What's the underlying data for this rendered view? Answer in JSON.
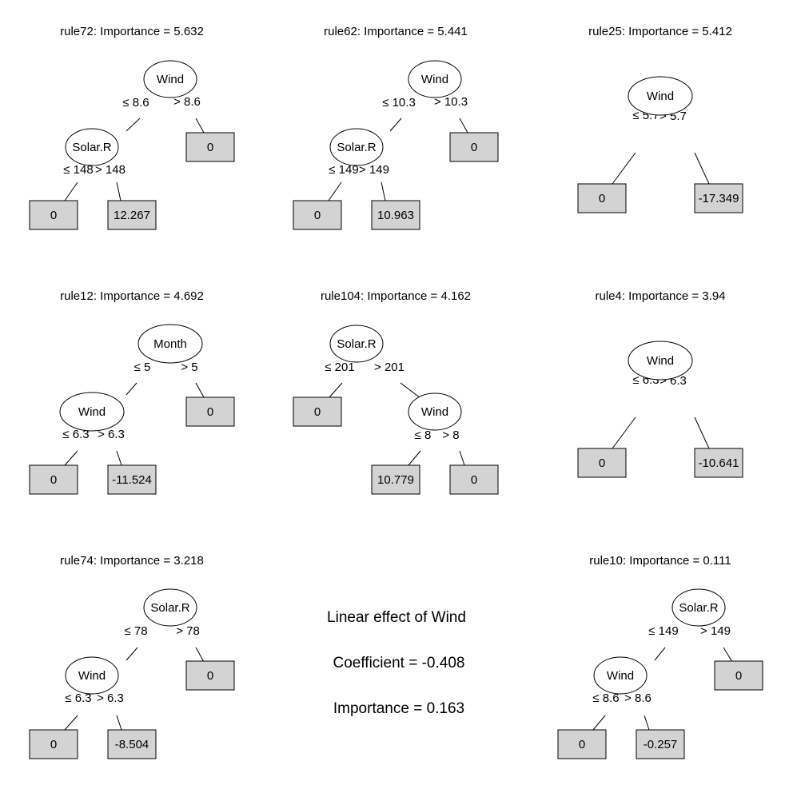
{
  "panels": [
    {
      "title": "rule72: Importance = 5.632",
      "nodes": [
        {
          "id": "n1",
          "label": "Wind"
        },
        {
          "id": "n2",
          "label": "Solar.R"
        }
      ],
      "leaves": [
        {
          "id": "l1",
          "value": "0"
        },
        {
          "id": "l2",
          "value": "0"
        },
        {
          "id": "l3",
          "value": "12.267"
        }
      ],
      "edges": [
        {
          "from": "n1",
          "to": "n2",
          "label": "≤ 8.6"
        },
        {
          "from": "n1",
          "to": "l1",
          "label": "> 8.6"
        },
        {
          "from": "n2",
          "to": "l2",
          "label": "≤ 148"
        },
        {
          "from": "n2",
          "to": "l3",
          "label": "> 148"
        }
      ]
    },
    {
      "title": "rule62: Importance = 5.441",
      "nodes": [
        {
          "id": "n1",
          "label": "Wind"
        },
        {
          "id": "n2",
          "label": "Solar.R"
        }
      ],
      "leaves": [
        {
          "id": "l1",
          "value": "0"
        },
        {
          "id": "l2",
          "value": "0"
        },
        {
          "id": "l3",
          "value": "10.963"
        }
      ],
      "edges": [
        {
          "from": "n1",
          "to": "n2",
          "label": "≤ 10.3"
        },
        {
          "from": "n1",
          "to": "l1",
          "label": "> 10.3"
        },
        {
          "from": "n2",
          "to": "l2",
          "label": "≤ 149"
        },
        {
          "from": "n2",
          "to": "l3",
          "label": "> 149"
        }
      ]
    },
    {
      "title": "rule25: Importance = 5.412",
      "nodes": [
        {
          "id": "n1",
          "label": "Wind"
        }
      ],
      "leaves": [
        {
          "id": "l1",
          "value": "0"
        },
        {
          "id": "l2",
          "value": "-17.349"
        }
      ],
      "edges": [
        {
          "from": "n1",
          "to": "l1",
          "label": "≤ 5.7"
        },
        {
          "from": "n1",
          "to": "l2",
          "label": "> 5.7"
        }
      ]
    },
    {
      "title": "rule12: Importance = 4.692",
      "nodes": [
        {
          "id": "n1",
          "label": "Month"
        },
        {
          "id": "n2",
          "label": "Wind"
        }
      ],
      "leaves": [
        {
          "id": "l1",
          "value": "0"
        },
        {
          "id": "l2",
          "value": "0"
        },
        {
          "id": "l3",
          "value": "-11.524"
        }
      ],
      "edges": [
        {
          "from": "n1",
          "to": "n2",
          "label": "≤ 5"
        },
        {
          "from": "n1",
          "to": "l1",
          "label": "> 5"
        },
        {
          "from": "n2",
          "to": "l2",
          "label": "≤ 6.3"
        },
        {
          "from": "n2",
          "to": "l3",
          "label": "> 6.3"
        }
      ]
    },
    {
      "title": "rule104: Importance = 4.162",
      "nodes": [
        {
          "id": "n1",
          "label": "Solar.R"
        },
        {
          "id": "n2",
          "label": "Wind"
        }
      ],
      "leaves": [
        {
          "id": "l1",
          "value": "0"
        },
        {
          "id": "l2",
          "value": "10.779"
        },
        {
          "id": "l3",
          "value": "0"
        }
      ],
      "edges": [
        {
          "from": "n1",
          "to": "l1",
          "label": "≤ 201"
        },
        {
          "from": "n1",
          "to": "n2",
          "label": "> 201"
        },
        {
          "from": "n2",
          "to": "l2",
          "label": "≤ 8"
        },
        {
          "from": "n2",
          "to": "l3",
          "label": "> 8"
        }
      ]
    },
    {
      "title": "rule4: Importance = 3.94",
      "nodes": [
        {
          "id": "n1",
          "label": "Wind"
        }
      ],
      "leaves": [
        {
          "id": "l1",
          "value": "0"
        },
        {
          "id": "l2",
          "value": "-10.641"
        }
      ],
      "edges": [
        {
          "from": "n1",
          "to": "l1",
          "label": "≤ 6.3"
        },
        {
          "from": "n1",
          "to": "l2",
          "label": "> 6.3"
        }
      ]
    },
    {
      "title": "rule74: Importance = 3.218",
      "nodes": [
        {
          "id": "n1",
          "label": "Solar.R"
        },
        {
          "id": "n2",
          "label": "Wind"
        }
      ],
      "leaves": [
        {
          "id": "l1",
          "value": "0"
        },
        {
          "id": "l2",
          "value": "0"
        },
        {
          "id": "l3",
          "value": "-8.504"
        }
      ],
      "edges": [
        {
          "from": "n1",
          "to": "n2",
          "label": "≤ 78"
        },
        {
          "from": "n1",
          "to": "l1",
          "label": "> 78"
        },
        {
          "from": "n2",
          "to": "l2",
          "label": "≤ 6.3"
        },
        {
          "from": "n2",
          "to": "l3",
          "label": "> 6.3"
        }
      ]
    },
    {
      "title": "rule10: Importance = 0.111",
      "nodes": [
        {
          "id": "n1",
          "label": "Solar.R"
        },
        {
          "id": "n2",
          "label": "Wind"
        }
      ],
      "leaves": [
        {
          "id": "l1",
          "value": "0"
        },
        {
          "id": "l2",
          "value": "0"
        },
        {
          "id": "l3",
          "value": "-0.257"
        }
      ],
      "edges": [
        {
          "from": "n1",
          "to": "n2",
          "label": "≤ 149"
        },
        {
          "from": "n1",
          "to": "l1",
          "label": "> 149"
        },
        {
          "from": "n2",
          "to": "l2",
          "label": "≤ 8.6"
        },
        {
          "from": "n2",
          "to": "l3",
          "label": "> 8.6"
        }
      ]
    }
  ],
  "linear_effect": {
    "title": "Linear effect of Wind",
    "coefficient": "Coefficient = -0.408",
    "importance": "Importance = 0.163"
  }
}
